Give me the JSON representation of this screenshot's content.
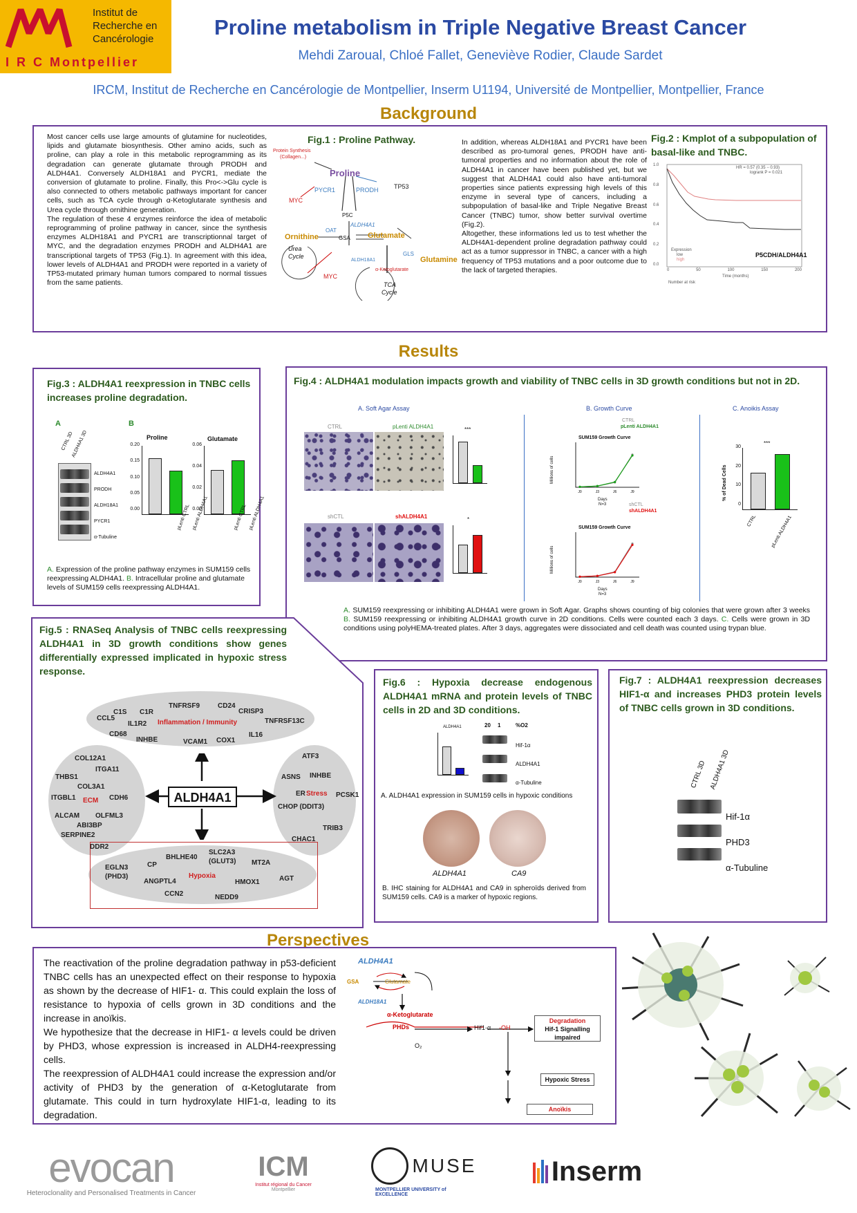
{
  "header": {
    "logo": {
      "line1": "Institut de",
      "line2": "Recherche en",
      "line3": "Cancérologie",
      "line4": "I R C Montpellier"
    },
    "title": "Proline metabolism in Triple Negative Breast Cancer",
    "authors": "Mehdi Zaroual, Chloé Fallet, Geneviève Rodier, Claude Sardet",
    "affiliation": "IRCM, Institut de Recherche en Cancérologie de Montpellier, Inserm U1194, Université de Montpellier, Montpellier, France"
  },
  "sections": {
    "background": "Background",
    "results": "Results",
    "perspectives": "Perspectives"
  },
  "background": {
    "p1": "Most cancer cells use large amounts of glutamine for nucleotides, lipids and glutamate biosynthesis. Other amino acids, such as proline, can play a role in this metabolic reprogramming as its degradation can generate glutamate through PRODH and ALDH4A1. Conversely ALDH18A1 and PYCR1, mediate the conversion of glutamate to proline. Finally, this Pro<->Glu cycle is also connected to others metabolic pathways important for cancer cells, such as TCA cycle through α-Ketoglutarate synthesis and Urea cycle through ornithine generation.",
    "p2": "The regulation of these 4 enzymes reinforce the idea of metabolic reprogramming of proline pathway in cancer, since the synthesis enzymes ALDH18A1 and PYCR1 are transcriptionnal target of MYC, and the degradation enzymes PRODH and ALDH4A1 are transcriptional targets of TP53 (Fig.1). In agreement with this idea, lower levels of ALDH4A1 and PRODH were reported in a variety of TP53-mutated primary human tumors compared to normal tissues from the same patients.",
    "p3": "In addition, whereas ALDH18A1 and PYCR1 have been described as pro-tumoral genes, PRODH have anti-tumoral properties and no information about the role of ALDH4A1 in cancer have been published yet, but we suggest that ALDH4A1 could also have anti-tumoral properties since patients expressing high levels of this enzyme in several type of cancers, including a subpopulation of basal-like and Triple Negative Breast Cancer (TNBC) tumor, show better survival overtime (Fig.2).",
    "p4": "Altogether, these informations led us to test whether the ALDH4A1-dependent proline degradation pathway could act as a tumor suppressor in TNBC, a cancer with a high frequency of TP53 mutations and a poor outcome due to the lack of targeted therapies.",
    "fig1": {
      "title": "Fig.1 : Proline Pathway.",
      "labels": {
        "protein": "Protein Synthesis",
        "collagen": "(Collagen...)",
        "proline": "Proline",
        "pycr1": "PYCR1",
        "prodh": "PRODH",
        "tp53": "TP53",
        "myc1": "MYC",
        "p5c": "P5C",
        "aldh4a1": "ALDH4A1",
        "ornithine": "Ornithine",
        "oat": "OAT",
        "gsa": "GSA",
        "glutamate": "Glutamate",
        "urea": "Urea",
        "cycle": "Cycle",
        "aldh18a1": "ALDH18A1",
        "gls": "GLS",
        "glutamine": "Glutamine",
        "myc2": "MYC",
        "akg": "α-Ketoglutarate",
        "tca": "TCA",
        "tcacycle": "Cycle"
      }
    },
    "fig2": {
      "title": "Fig.2 : Kmplot of a subpopulation of basal-like and TNBC.",
      "stats1": "HR = 0.57 (0.35 − 0.93)",
      "stats2": "logrank P = 0.021",
      "legend_title": "Expression",
      "legend_low": "low",
      "legend_high": "high",
      "gene": "P5CDH/ALDH4A1",
      "xlabel": "Time (months)",
      "at_risk": "Number at risk",
      "xticks": [
        "0",
        "50",
        "100",
        "150",
        "200"
      ],
      "yticks": [
        "0.0",
        "0.2",
        "0.4",
        "0.6",
        "0.8",
        "1.0"
      ]
    }
  },
  "fig3": {
    "title": "Fig.3 : ALDH4A1 reexpression in TNBC cells increases proline degradation.",
    "panelA": "A",
    "panelB": "B",
    "lanes": [
      "CTRL 3D",
      "ALDH4A1 3D"
    ],
    "blots": [
      "ALDH4A1",
      "PRODH",
      "ALDH18A1",
      "PYCR1",
      "α-Tubuline"
    ],
    "proline_title": "Proline",
    "glutamate_title": "Glutamate",
    "proline_ticks": [
      "0.20",
      "0.15",
      "0.10",
      "0.05",
      "0.00"
    ],
    "glutamate_ticks": [
      "0.06",
      "0.04",
      "0.02",
      "0.00"
    ],
    "xcats": [
      "pLenti CTRL",
      "pLenti ALDH4A1"
    ],
    "legend_a": "A.",
    "legend_a_text": "Expression of the proline pathway enzymes in SUM159 cells reexpressing ALDH4A1.",
    "legend_b": "B.",
    "legend_b_text": "Intracellular proline and glutamate levels of SUM159 cells reexpressing ALDH4A1."
  },
  "fig4": {
    "title": "Fig.4 : ALDH4A1 modulation impacts growth and viability of TNBC cells in 3D growth conditions but not in 2D.",
    "a_title": "A. Soft Agar Assay",
    "b_title": "B. Growth Curve",
    "c_title": "C. Anoikis Assay",
    "ctrl": "CTRL",
    "plenti": "pLenti ALDH4A1",
    "shctl": "shCTL",
    "shaldh": "shALDH4A1",
    "gc1_title": "SUM159 Growth Curve",
    "gc2_title": "SUM159 Growth Curve",
    "gc_ylabel": "Millions of cells",
    "gc_xlabel": "Days",
    "gc_n": "N=3",
    "gc_xticks": [
      "J0",
      "J3",
      "J6",
      "J9"
    ],
    "anoikis_ylabel": "% of Dead Cells",
    "anoikis_ticks": [
      "30",
      "20",
      "10",
      "0"
    ],
    "anoikis_cats": [
      "CTRL",
      "pLenti ALDH4A1"
    ],
    "sig": "***",
    "sig2": "*",
    "legend": "SUM159 reexpressing or inhibiting ALDH4A1 were grown in Soft Agar. Graphs shows counting of big colonies that were grown after 3 weeks",
    "legend_a": "A.",
    "legend_b": "B.",
    "legend_b_text": "SUM159 reexpressing or inhibiting ALDH4A1 growth curve in 2D conditions. Cells were counted each 3 days.",
    "legend_c": "C.",
    "legend_c_text": "Cells were grown in 3D conditions using polyHEMA-treated plates. After 3 days, aggregates were dissociated and cell death was counted using trypan blue."
  },
  "fig5": {
    "title": "Fig.5 : RNASeq Analysis of TNBC cells reexpressing ALDH4A1 in 3D growth conditions show genes differentially expressed implicated in hypoxic stress response.",
    "center": "ALDH4A1",
    "inflammation_label": "Inflammation / Immunity",
    "inflammation": [
      "TNFRSF9",
      "CD24",
      "C1S",
      "C1R",
      "CRISP3",
      "CCL5",
      "IL1R2",
      "TNFRSF13C",
      "CD68",
      "INHBE",
      "VCAM1",
      "COX1",
      "IL16"
    ],
    "ecm_label": "ECM",
    "ecm": [
      "COL12A1",
      "ITGA11",
      "THBS1",
      "COL3A1",
      "ITGBL1",
      "CDH6",
      "ALCAM",
      "OLFML3",
      "ABI3BP",
      "SERPINE2",
      "DDR2"
    ],
    "er_label1": "ER",
    "er_label2": "Stress",
    "er": [
      "ATF3",
      "ASNS",
      "INHBE",
      "PCSK1",
      "CHOP (DDIT3)",
      "TRIB3",
      "CHAC1"
    ],
    "hypoxia_label": "Hypoxia",
    "hypoxia": [
      "SLC2A3",
      "(GLUT3)",
      "BHLHE40",
      "EGLN3",
      "(PHD3)",
      "CP",
      "MT2A",
      "AGT",
      "ANGPTL4",
      "HMOX1",
      "CCN2",
      "NEDD9"
    ]
  },
  "fig6": {
    "title": "Fig.6 : Hypoxia decrease endogenous ALDH4A1 mRNA and protein levels of TNBC cells in 2D and 3D conditions.",
    "chart_title": "ALDH4A1",
    "o2_20": "20",
    "o2_1": "1",
    "o2_unit": "%O2",
    "blots": [
      "Hif-1α",
      "ALDH4A1",
      "α-Tubuline"
    ],
    "legend_a": "A. ALDH4A1 expression in SUM159 cells in hypoxic conditions",
    "ihc1": "ALDH4A1",
    "ihc2": "CA9",
    "legend_b": "B. IHC staining for ALDH4A1 and CA9 in spheroïds derived from SUM159 cells. CA9 is a marker of hypoxic regions."
  },
  "fig7": {
    "title": "Fig.7 : ALDH4A1 reexpression decreases HIF1-α and increases PHD3 protein levels of TNBC cells grown in 3D conditions.",
    "lanes": [
      "CTRL 3D",
      "ALDH4A1 3D"
    ],
    "blots": [
      "Hif-1α",
      "PHD3",
      "α-Tubuline"
    ]
  },
  "perspectives": {
    "p1": "The reactivation of the proline degradation pathway in p53-deficient TNBC cells has an unexpected effect on their response to hypoxia as shown by the decrease of HIF1- α. This could explain the loss of resistance to hypoxia of cells grown in 3D conditions and the increase in anoïkis.",
    "p2": "We hypothesize that the decrease in HIF1- α levels could be driven by PHD3, whose expression is increased in ALDH4-reexpressing cells.",
    "p3": "The reexpression of ALDH4A1 could increase the expression and/or activity of PHD3 by the generation of α-Ketoglutarate from glutamate. This could in turn hydroxylate HIF1-α, leading to its degradation.",
    "scheme": {
      "aldh4a1": "ALDH4A1",
      "gsa": "GSA",
      "glutamate": "Glutamate",
      "aldh18a1": "ALDH18A1",
      "akg": "α-Ketoglutarate",
      "phds": "PHDs",
      "o2": "O₂",
      "hif": "Hif1-α",
      "oh": "-OH",
      "deg1": "Degradation",
      "deg2": "Hif-1 Signalling",
      "deg3": "impaired",
      "hypoxic": "Hypoxic Stress",
      "anoikis": "Anoïkis"
    }
  },
  "logos": {
    "evocan": "evocan",
    "evocan_sub": "Heteroclonality and Personalised Treatments in Cancer",
    "icm": "ICM",
    "icm_sub1": "Institut régional du Cancer",
    "icm_sub2": "Montpellier",
    "muse": "MUSE",
    "muse_sub": "MONTPELLIER UNIVERSITY of EXCELLENCE",
    "inserm": "Inserm"
  },
  "chart_data": [
    {
      "type": "bar",
      "title": "Proline",
      "categories": [
        "pLenti CTRL",
        "pLenti ALDH4A1"
      ],
      "values": [
        0.163,
        0.128
      ],
      "ylim": [
        0,
        0.2
      ],
      "colors": [
        "#d9d9d9",
        "#19c119"
      ]
    },
    {
      "type": "bar",
      "title": "Glutamate",
      "categories": [
        "pLenti CTRL",
        "pLenti ALDH4A1"
      ],
      "values": [
        0.039,
        0.047
      ],
      "ylim": [
        0,
        0.06
      ],
      "colors": [
        "#d9d9d9",
        "#19c119"
      ]
    },
    {
      "type": "bar",
      "title": "",
      "categories": [
        "CTRL",
        "pLenti ALDH4A1"
      ],
      "values": [
        35,
        15
      ],
      "ylim": [
        0,
        40
      ],
      "colors": [
        "#d9d9d9",
        "#19c119"
      ]
    },
    {
      "type": "bar",
      "title": "",
      "categories": [
        "shCTL",
        "shALDH4A1"
      ],
      "values": [
        24,
        32
      ],
      "ylim": [
        0,
        40
      ],
      "colors": [
        "#d9d9d9",
        "#e01010"
      ]
    },
    {
      "type": "line",
      "title": "SUM159 Growth Curve",
      "x": [
        "J0",
        "J3",
        "J6",
        "J9"
      ],
      "series": [
        {
          "name": "CTRL",
          "values": [
            0.1,
            0.3,
            1.2,
            8.0
          ]
        },
        {
          "name": "pLenti ALDH4A1",
          "values": [
            0.1,
            0.3,
            1.3,
            7.8
          ]
        }
      ],
      "ylim": [
        0,
        10
      ]
    },
    {
      "type": "line",
      "title": "SUM159 Growth Curve",
      "x": [
        "J0",
        "J3",
        "J6",
        "J9"
      ],
      "series": [
        {
          "name": "shCTL",
          "values": [
            0.1,
            0.3,
            1.3,
            8.2
          ]
        },
        {
          "name": "shALDH4A1",
          "values": [
            0.1,
            0.3,
            1.2,
            7.9
          ]
        }
      ],
      "ylim": [
        0,
        10
      ]
    },
    {
      "type": "bar",
      "title": "",
      "categories": [
        "CTRL",
        "pLenti ALDH4A1"
      ],
      "values": [
        18,
        27
      ],
      "ylim": [
        0,
        30
      ],
      "colors": [
        "#d9d9d9",
        "#19c119"
      ]
    },
    {
      "type": "bar",
      "title": "ALDH4A1",
      "categories": [
        "20% O2",
        "1% O2"
      ],
      "values": [
        1.0,
        0.25
      ],
      "ylim": [
        0,
        1.5
      ],
      "colors": [
        "#d9d9d9",
        "#1010cc"
      ]
    }
  ]
}
